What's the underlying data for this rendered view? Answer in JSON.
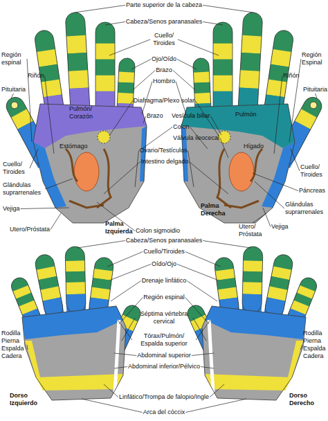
{
  "diagram": {
    "labels": [
      "Parte superior de la cabeza",
      "Pituitaria",
      "Cabeza/Senos paranasales",
      "Pituitaria",
      "Región Espinal",
      "Cuello/ Tiroides",
      "Región espinal",
      "Pulmón/ Corazón",
      "Pulmón",
      "Riñón",
      "Ojo/Oído",
      "Brazo",
      "Riñón",
      "Hombro",
      "Diafragma/Plexo solar",
      "Estómago",
      "Hígado",
      "Brazo",
      "Vesícula biliar",
      "Colon",
      "Válvula ileocecal",
      "Cuello/ Tiroides",
      "Ovario/Testículos",
      "Cuello/ Tiroides",
      "Intestino delgado",
      "Páncreas",
      "Glándulas suprarrenales",
      "Glándulas suprarrenales",
      "Palma Derecha",
      "Vejiga",
      "Palma Izquierda",
      "Colon sigmoidio",
      "Utero/Próstata",
      "Vejiga",
      "Utero/ Próstata",
      "Cabeza/Senos paranasales",
      "Cuello/Tiroides",
      "Oído/Ojo",
      "Drenaje linfático",
      "Región espinal",
      "Séptima vértebra cervical",
      "Rodilla Pierna Espalda Cadera",
      "Rodilla Pierna Espalda Cadera",
      "Tórax/Pulmón/ Espalda superior",
      "Abdominal superior",
      "Abdominal inferior/Pélvico",
      "Dorso Izquierdo",
      "Dorso Derecho",
      "Linfático/Trompa de falopio/Ingle",
      "Arca del cóccix"
    ]
  }
}
